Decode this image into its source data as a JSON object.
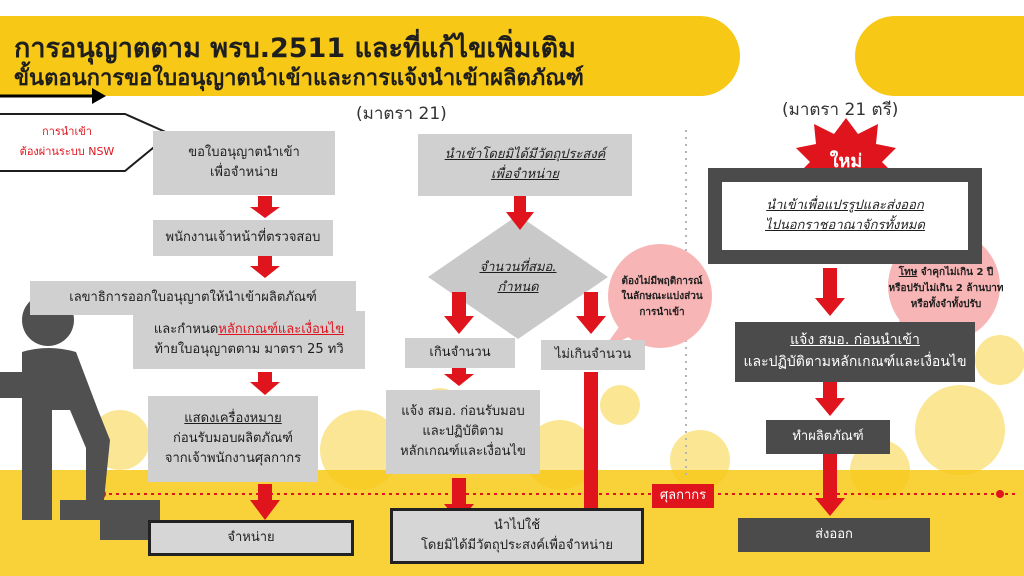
{
  "title": {
    "line1": "การอนุญาตตาม พรบ.2511 และที่แก้ไขเพิ่มเติม",
    "line2": "ขั้นตอนการขอใบอนุญาตนำเข้าและการแจ้งนำเข้าผลิตภัณฑ์"
  },
  "nsw_arrow": {
    "line1": "การนำเข้า",
    "line2": "ต้องผ่านระบบ NSW"
  },
  "sections": {
    "left": "(มาตรา 21)",
    "right": "(มาตรา 21 ตรี)"
  },
  "left_flow": {
    "step1": {
      "line1": "ขอใบอนุญาตนำเข้า",
      "line2": "เพื่อจำหน่าย"
    },
    "step2": "พนักงานเจ้าหน้าที่ตรวจสอบ",
    "step3": {
      "line1": "เลขาธิการออกใบอนุญาตให้นำเข้าผลิตภัณฑ์",
      "line2_prefix": "และกำหนด",
      "line2_link": "หลักเกณฑ์และเงื่อนไข",
      "line3": "ท้ายใบอนุญาตตาม มาตรา 25 ทวิ"
    },
    "step4": {
      "line1": "แสดงเครื่องหมาย",
      "line2": "ก่อนรับมอบผลิตภัณฑ์",
      "line3": "จากเจ้าพนักงานศุลกากร"
    },
    "step5": "จำหน่าย"
  },
  "middle_flow": {
    "start": {
      "line1": "นำเข้าโดยมิได้มีวัตถุประสงค์",
      "line2": "เพื่อจำหน่าย"
    },
    "decision": {
      "line1": "จำนวนที่สมอ.",
      "line2": "กำหนด"
    },
    "over": "เกินจำนวน",
    "not_over": "ไม่เกินจำนวน",
    "notify": {
      "line1": "แจ้ง สมอ. ก่อนรับมอบ",
      "line2": "และปฏิบัติตาม",
      "line3": "หลักเกณฑ์และเงื่อนไข"
    },
    "end": {
      "line1": "นำไปใช้",
      "line2": "โดยมิได้มีวัตถุประสงค์เพื่อจำหน่าย"
    },
    "bubble": {
      "line1": "ต้องไม่มีพฤติการณ์",
      "line2": "ในลักษณะแบ่งส่วน",
      "line3": "การนำเข้า"
    }
  },
  "right_flow": {
    "new_badge": "ใหม่",
    "start": {
      "line1": "นำเข้าเพื่อแปรรูปและส่งออก",
      "line2": "ไปนอกราชอาณาจักรทั้งหมด"
    },
    "notify": {
      "line1": "แจ้ง สมอ. ก่อนนำเข้า",
      "line2": "และปฏิบัติตามหลักเกณฑ์และเงื่อนไข"
    },
    "produce": "ทำผลิตภัณฑ์",
    "export": "ส่งออก",
    "penalty": {
      "word": "โทษ",
      "line1_rest": " จำคุกไม่เกิน 2 ปี",
      "line2": "หรือปรับไม่เกิน 2 ล้านบาท",
      "line3": "หรือทั้งจำทั้งปรับ"
    }
  },
  "customs_label": "ศุลกากร",
  "colors": {
    "yellow": "#f7c815",
    "red": "#e0141c",
    "dark_box": "#4b4b4b",
    "light_box": "#d0d0d0"
  }
}
